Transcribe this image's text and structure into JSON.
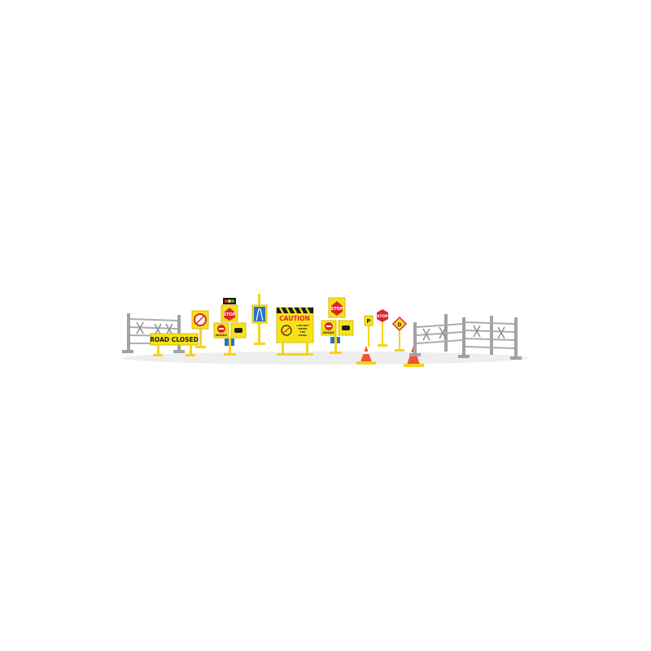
{
  "photo": {
    "subject": "toy road signs set",
    "background_color": "#ffffff"
  },
  "signs": {
    "road_closed_text": "ROAD CLOSED",
    "caution_text": "CAUTION",
    "caution_sub_line1": "CAN NOT",
    "caution_sub_line2": "ENTER",
    "caution_sub_line3": "THE",
    "caution_sub_line4": "ROAD",
    "stop_text": "STOP",
    "stop_small_text": "STOP",
    "stop_right_text": "STOP",
    "plate_text_left": "NOUUS",
    "plate_text_right": "NOUUS"
  },
  "colors": {
    "sign_yellow": "#f7e21a",
    "post_yellow": "#f4d31a",
    "stop_red": "#e0242b",
    "fence_gray": "#a9aeb2",
    "fence_dark": "#8b9094",
    "cone_orange": "#f2532a",
    "sign_blue": "#2c6fc4",
    "sign_black": "#1c1c1c"
  }
}
